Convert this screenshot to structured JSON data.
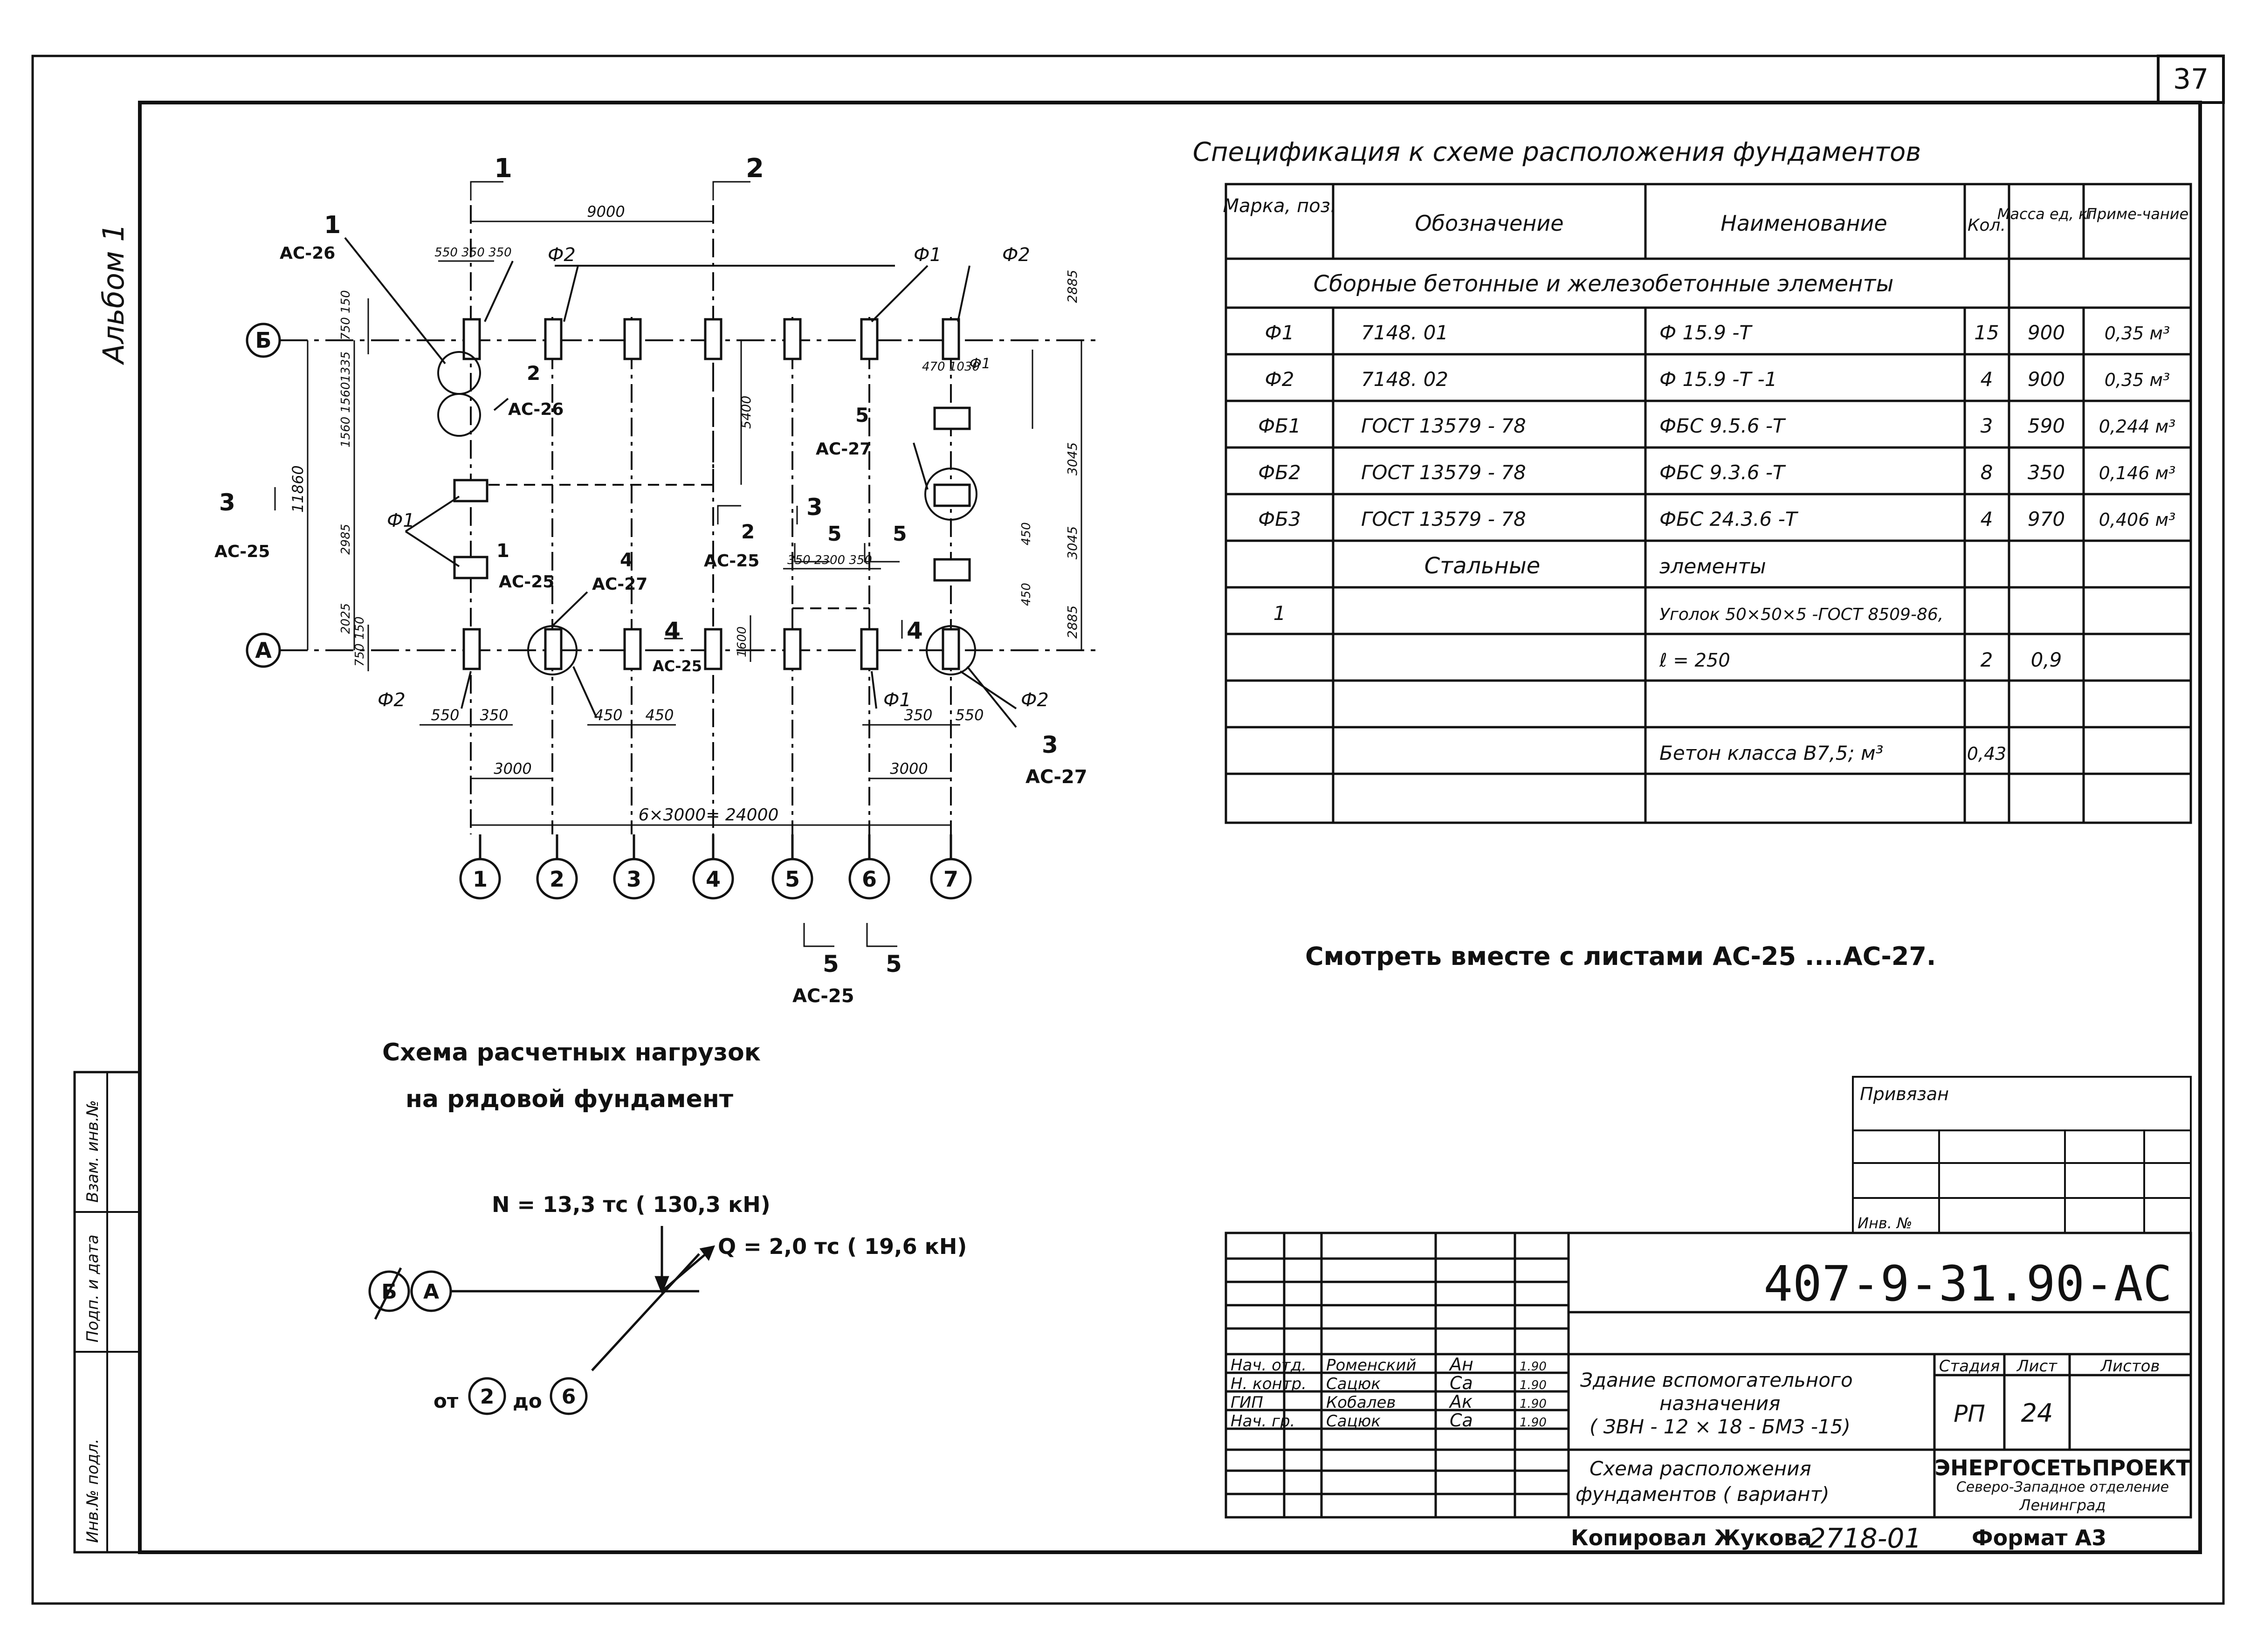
{
  "sheet": {
    "page_number": "37",
    "album_label": "Альбом 1",
    "stamp_sideways_1": "Взам. инв.№",
    "stamp_sideways_2": "Подп. и дата",
    "stamp_sideways_3": "Инв.№ подл."
  },
  "plan": {
    "axes_letters": [
      "Б",
      "А"
    ],
    "axes_numbers": [
      "1",
      "2",
      "3",
      "4",
      "5",
      "6",
      "7"
    ],
    "dims": {
      "top_span": "9000",
      "top_small": "550 350 350",
      "left_total": "11860",
      "left_1": "750 150",
      "left_2": "1335",
      "left_3": "1560 1560",
      "left_4": "1560",
      "left_5": "2985",
      "left_6": "2025",
      "left_7": "750 150",
      "mid_v": "5400",
      "right_1": "2885",
      "right_2": "3045",
      "right_3": "3045",
      "right_4": "2885",
      "right_top": "470 1030",
      "right_450a": "450",
      "right_450b": "450",
      "gap_mid": "350 2300 350",
      "center_v": "1600",
      "b_550": "550",
      "b_350": "350",
      "b_450a": "450",
      "b_450b": "450",
      "b_350r": "350",
      "b_550r": "550",
      "span_left": "3000",
      "span_right": "3000",
      "span_total": "6×3000= 24000"
    },
    "labels": {
      "phi2_a": "Ф2",
      "phi1_a": "Ф1",
      "phi2_b": "Ф2",
      "phi1_c": "Ф1",
      "phi1_d": "Ф1",
      "phi2_e": "Ф2",
      "phi1_f": "Ф1",
      "phi2_g": "Ф2"
    },
    "sections": {
      "s1_top": "1",
      "s2_top": "2",
      "s1_ref": "1",
      "s1_ac": "АС-26",
      "s2_ref": "2",
      "s2_ac": "АС-26",
      "s3_ref": "3",
      "s3_ac": "АС-25",
      "s1b_ref": "1",
      "s1b_ac": "АС-25",
      "s4_ref": "4",
      "s4_ac": "АС-27",
      "s2b_ref": "2",
      "s2b_ac": "АС-25",
      "s3b_ref": "3",
      "s4b_ref": "4",
      "s4b_ac": "АС-25",
      "s4c_ref": "4",
      "s5a_ref": "5",
      "s5b_ref": "5",
      "s5_ref": "5",
      "s5_ac": "АС-27",
      "s3c_ref": "3",
      "s3c_ac": "АС-27",
      "s5_bot_a": "5",
      "s5_bot_b": "5",
      "s5_bot_ac": "АС-25"
    }
  },
  "spec": {
    "title": "Спецификация к схеме расположения фундаментов",
    "headers": [
      "Марка, поз.",
      "Обозначение",
      "Наименование",
      "Кол.",
      "Масса ед, кг",
      "Приме-чание"
    ],
    "group_1": "Сборные бетонные и железобетонные элементы",
    "rows_1": [
      [
        "Ф1",
        "7148. 01",
        "Ф 15.9 -Т",
        "15",
        "900",
        "0,35 м³"
      ],
      [
        "Ф2",
        "7148. 02",
        "Ф 15.9 -Т -1",
        "4",
        "900",
        "0,35 м³"
      ],
      [
        "ФБ1",
        "ГОСТ 13579 - 78",
        "ФБС 9.5.6 -Т",
        "3",
        "590",
        "0,244 м³"
      ],
      [
        "ФБ2",
        "ГОСТ 13579 - 78",
        "ФБС 9.3.6 -Т",
        "8",
        "350",
        "0,146 м³"
      ],
      [
        "ФБ3",
        "ГОСТ 13579 - 78",
        "ФБС 24.3.6 -Т",
        "4",
        "970",
        "0,406 м³"
      ]
    ],
    "group_2_a": "Стальные",
    "group_2_b": "элементы",
    "steel_pos": "1",
    "steel_name": "Уголок 50×50×5 -ГОСТ 8509-86,",
    "steel_len": "ℓ = 250",
    "steel_qty": "2",
    "steel_mass": "0,9",
    "concrete": "Бетон класса В7,5; м³",
    "concrete_qty": "0,43"
  },
  "note": "Смотреть вместе с листами АС-25 ....АС-27.",
  "loads": {
    "title_1": "Схема расчетных нагрузок",
    "title_2": "на рядовой фундамент",
    "n_label": "N = 13,3 тс ( 130,3 кН)",
    "q_label": "Q = 2,0 тс ( 19,6 кН)",
    "axis_b": "Б",
    "axis_a": "А",
    "from_word": "от",
    "from_axis": "2",
    "to_word": "до",
    "to_axis": "6"
  },
  "privyazan": {
    "label": "Привязан",
    "inv": "Инв. №"
  },
  "title_block": {
    "code": "407-9-31.90-АС",
    "roles": [
      "Нач. отд.",
      "Н. контр.",
      "ГИП",
      "Нач. гр."
    ],
    "names": [
      "Роменский",
      "Сацюк",
      "Кобалев",
      "Сацюк"
    ],
    "signs": [
      "Ан",
      "Са",
      "Ак",
      "Са"
    ],
    "dates": [
      "1.90",
      "1.90",
      "1.90",
      "1.90"
    ],
    "building_1": "Здание вспомогательного",
    "building_2": "назначения",
    "building_3": "( ЗВН - 12 × 18 - БМЗ -15)",
    "sheet_1": "Схема расположения",
    "sheet_2": "фундаментов ( вариант)",
    "stage_label": "Стадия",
    "list_label": "Лист",
    "lists_label": "Листов",
    "stage": "РП",
    "list": "24",
    "org_1": "ЭНЕРГОСЕТЬПРОЕКТ",
    "org_2": "Северо-Западное отделение",
    "org_3": "Ленинград"
  },
  "footer": {
    "copied": "Копировал Жукова",
    "number": "2718-01",
    "format": "Формат А3"
  }
}
